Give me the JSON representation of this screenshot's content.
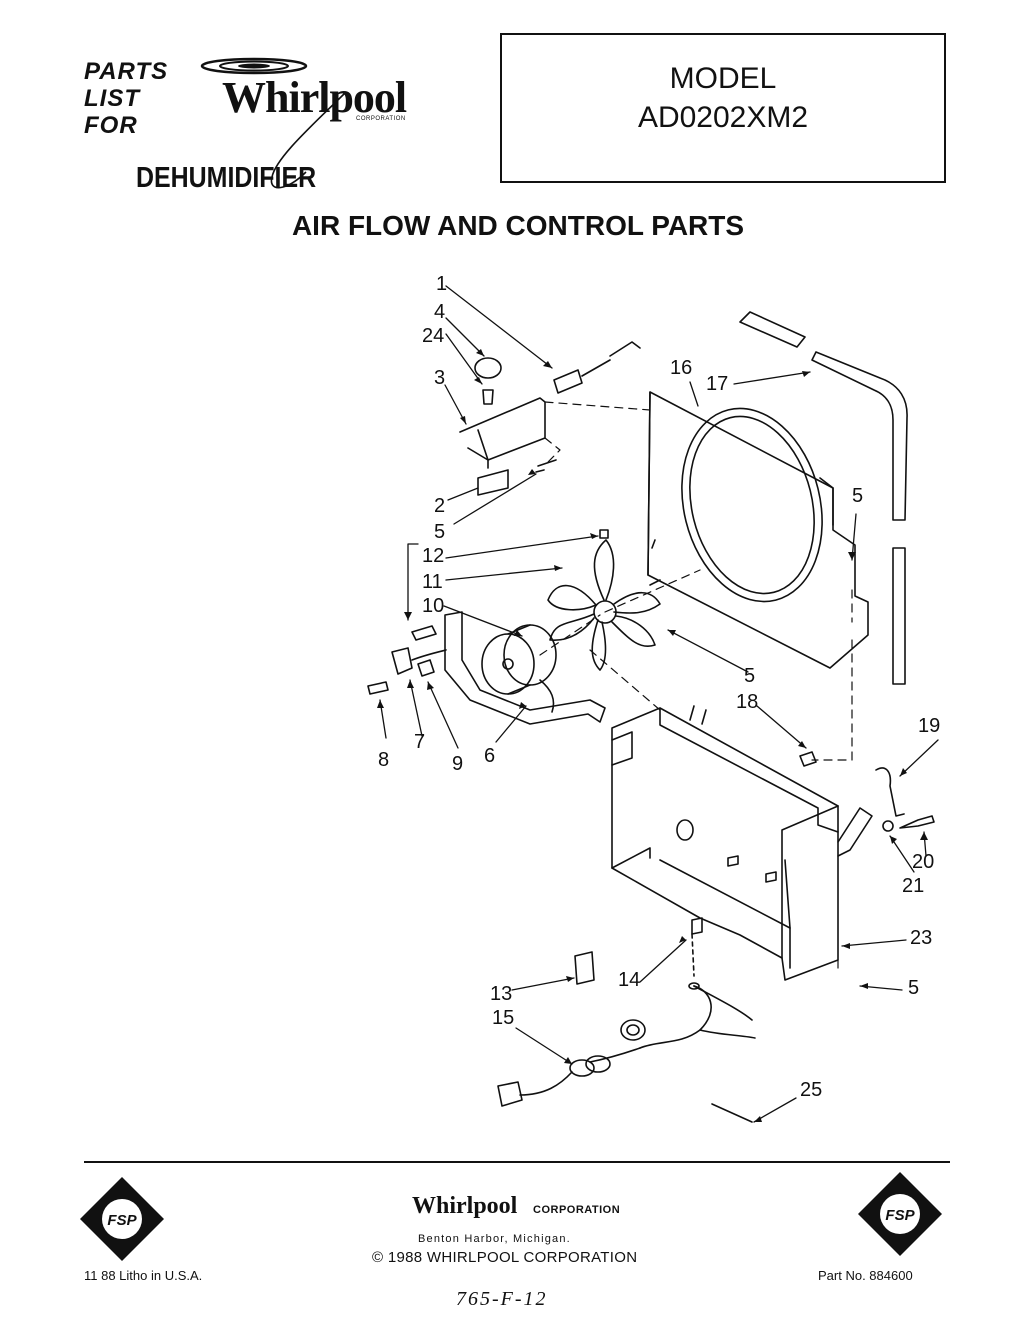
{
  "header": {
    "parts_list_lines": [
      "PARTS",
      "LIST",
      "FOR"
    ],
    "brand": "Whirlpool",
    "brand_corporation": "CORPORATION",
    "product": "DEHUMIDIFIER",
    "model_label": "MODEL",
    "model_number": "AD0202XM2"
  },
  "section_title": "AIR FLOW AND CONTROL PARTS",
  "callouts": [
    "1",
    "4",
    "24",
    "3",
    "2",
    "5",
    "12",
    "11",
    "10",
    "16",
    "17",
    "5",
    "5",
    "18",
    "19",
    "7",
    "8",
    "9",
    "6",
    "20",
    "21",
    "23",
    "13",
    "14",
    "5",
    "15",
    "25"
  ],
  "footer": {
    "brand": "Whirlpool",
    "corporation": "CORPORATION",
    "city": "Benton Harbor, Michigan.",
    "copyright": "© 1988 WHIRLPOOL CORPORATION",
    "litho": "11 88 Litho in U.S.A.",
    "part_no": "Part No. 884600",
    "handwritten": "765-F-12",
    "seal_text": "FSP"
  }
}
